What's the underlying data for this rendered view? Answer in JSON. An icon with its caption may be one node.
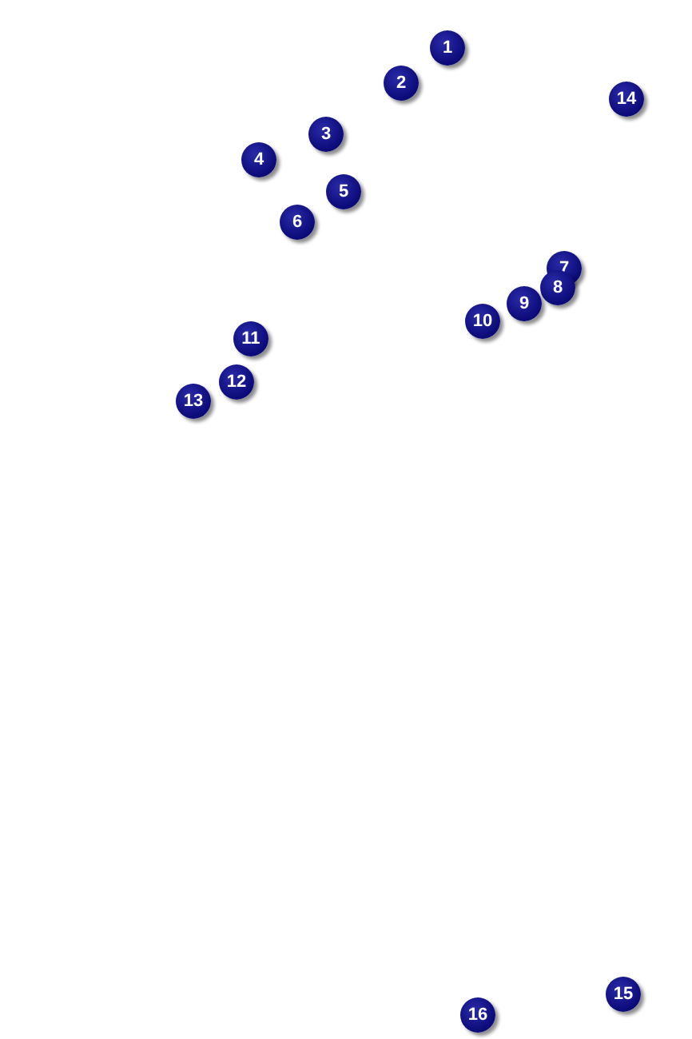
{
  "diagram": {
    "labels": [
      "1",
      "2",
      "14",
      "3",
      "4",
      "5",
      "6",
      "7",
      "8",
      "9",
      "10",
      "11",
      "12",
      "13",
      "15",
      "16"
    ]
  }
}
